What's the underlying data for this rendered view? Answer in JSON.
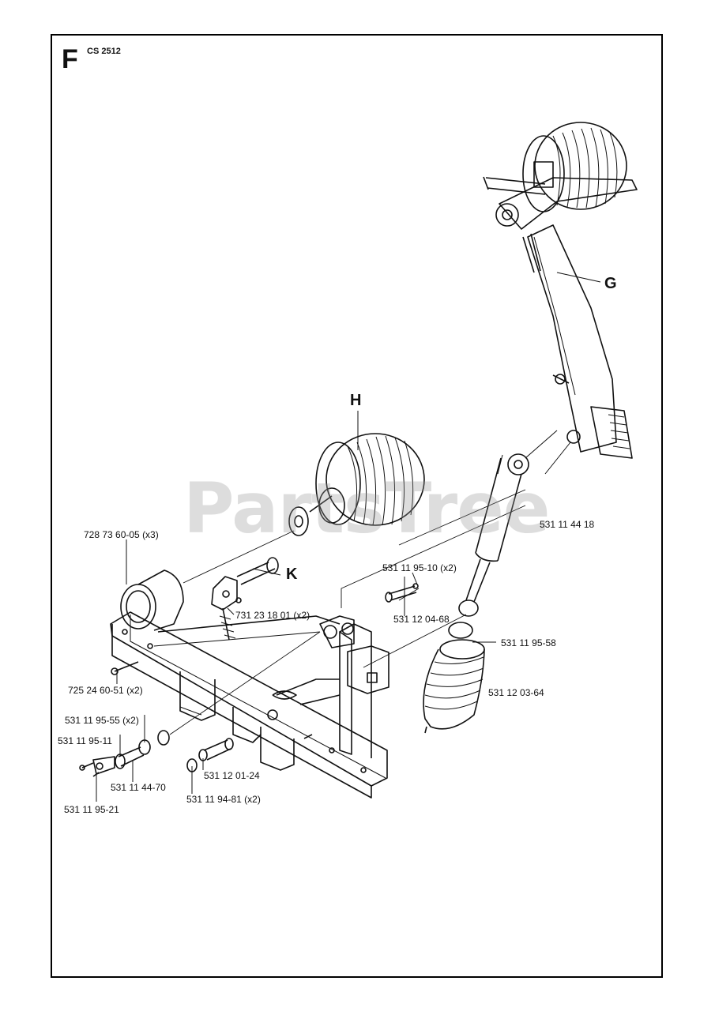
{
  "header": {
    "section": "F",
    "model": "CS 2512"
  },
  "watermark": "PartsTree",
  "assembly_labels": {
    "G": "G",
    "H": "H",
    "K": "K"
  },
  "parts": {
    "p_72873": "728 73 60-05 (x3)",
    "p_531114418": "531 11 44 18",
    "p_53111951": "531 11 95-10 (x2)",
    "p_73123": "731 23 18 01 (x2)",
    "p_53112046": "531 12 04-68",
    "p_53111958": "531 11 95-58",
    "p_72524": "725 24 60-51 (x2)",
    "p_53112036": "531 12 03-64",
    "p_53111955": "531 11 95-55 (x2)",
    "p_531119511": "531 11 95-11",
    "p_53111447": "531 11 44-70",
    "p_53112012": "531 12 01-24",
    "p_53111948": "531 11 94-81 (x2)",
    "p_53111952": "531 11 95-21"
  }
}
